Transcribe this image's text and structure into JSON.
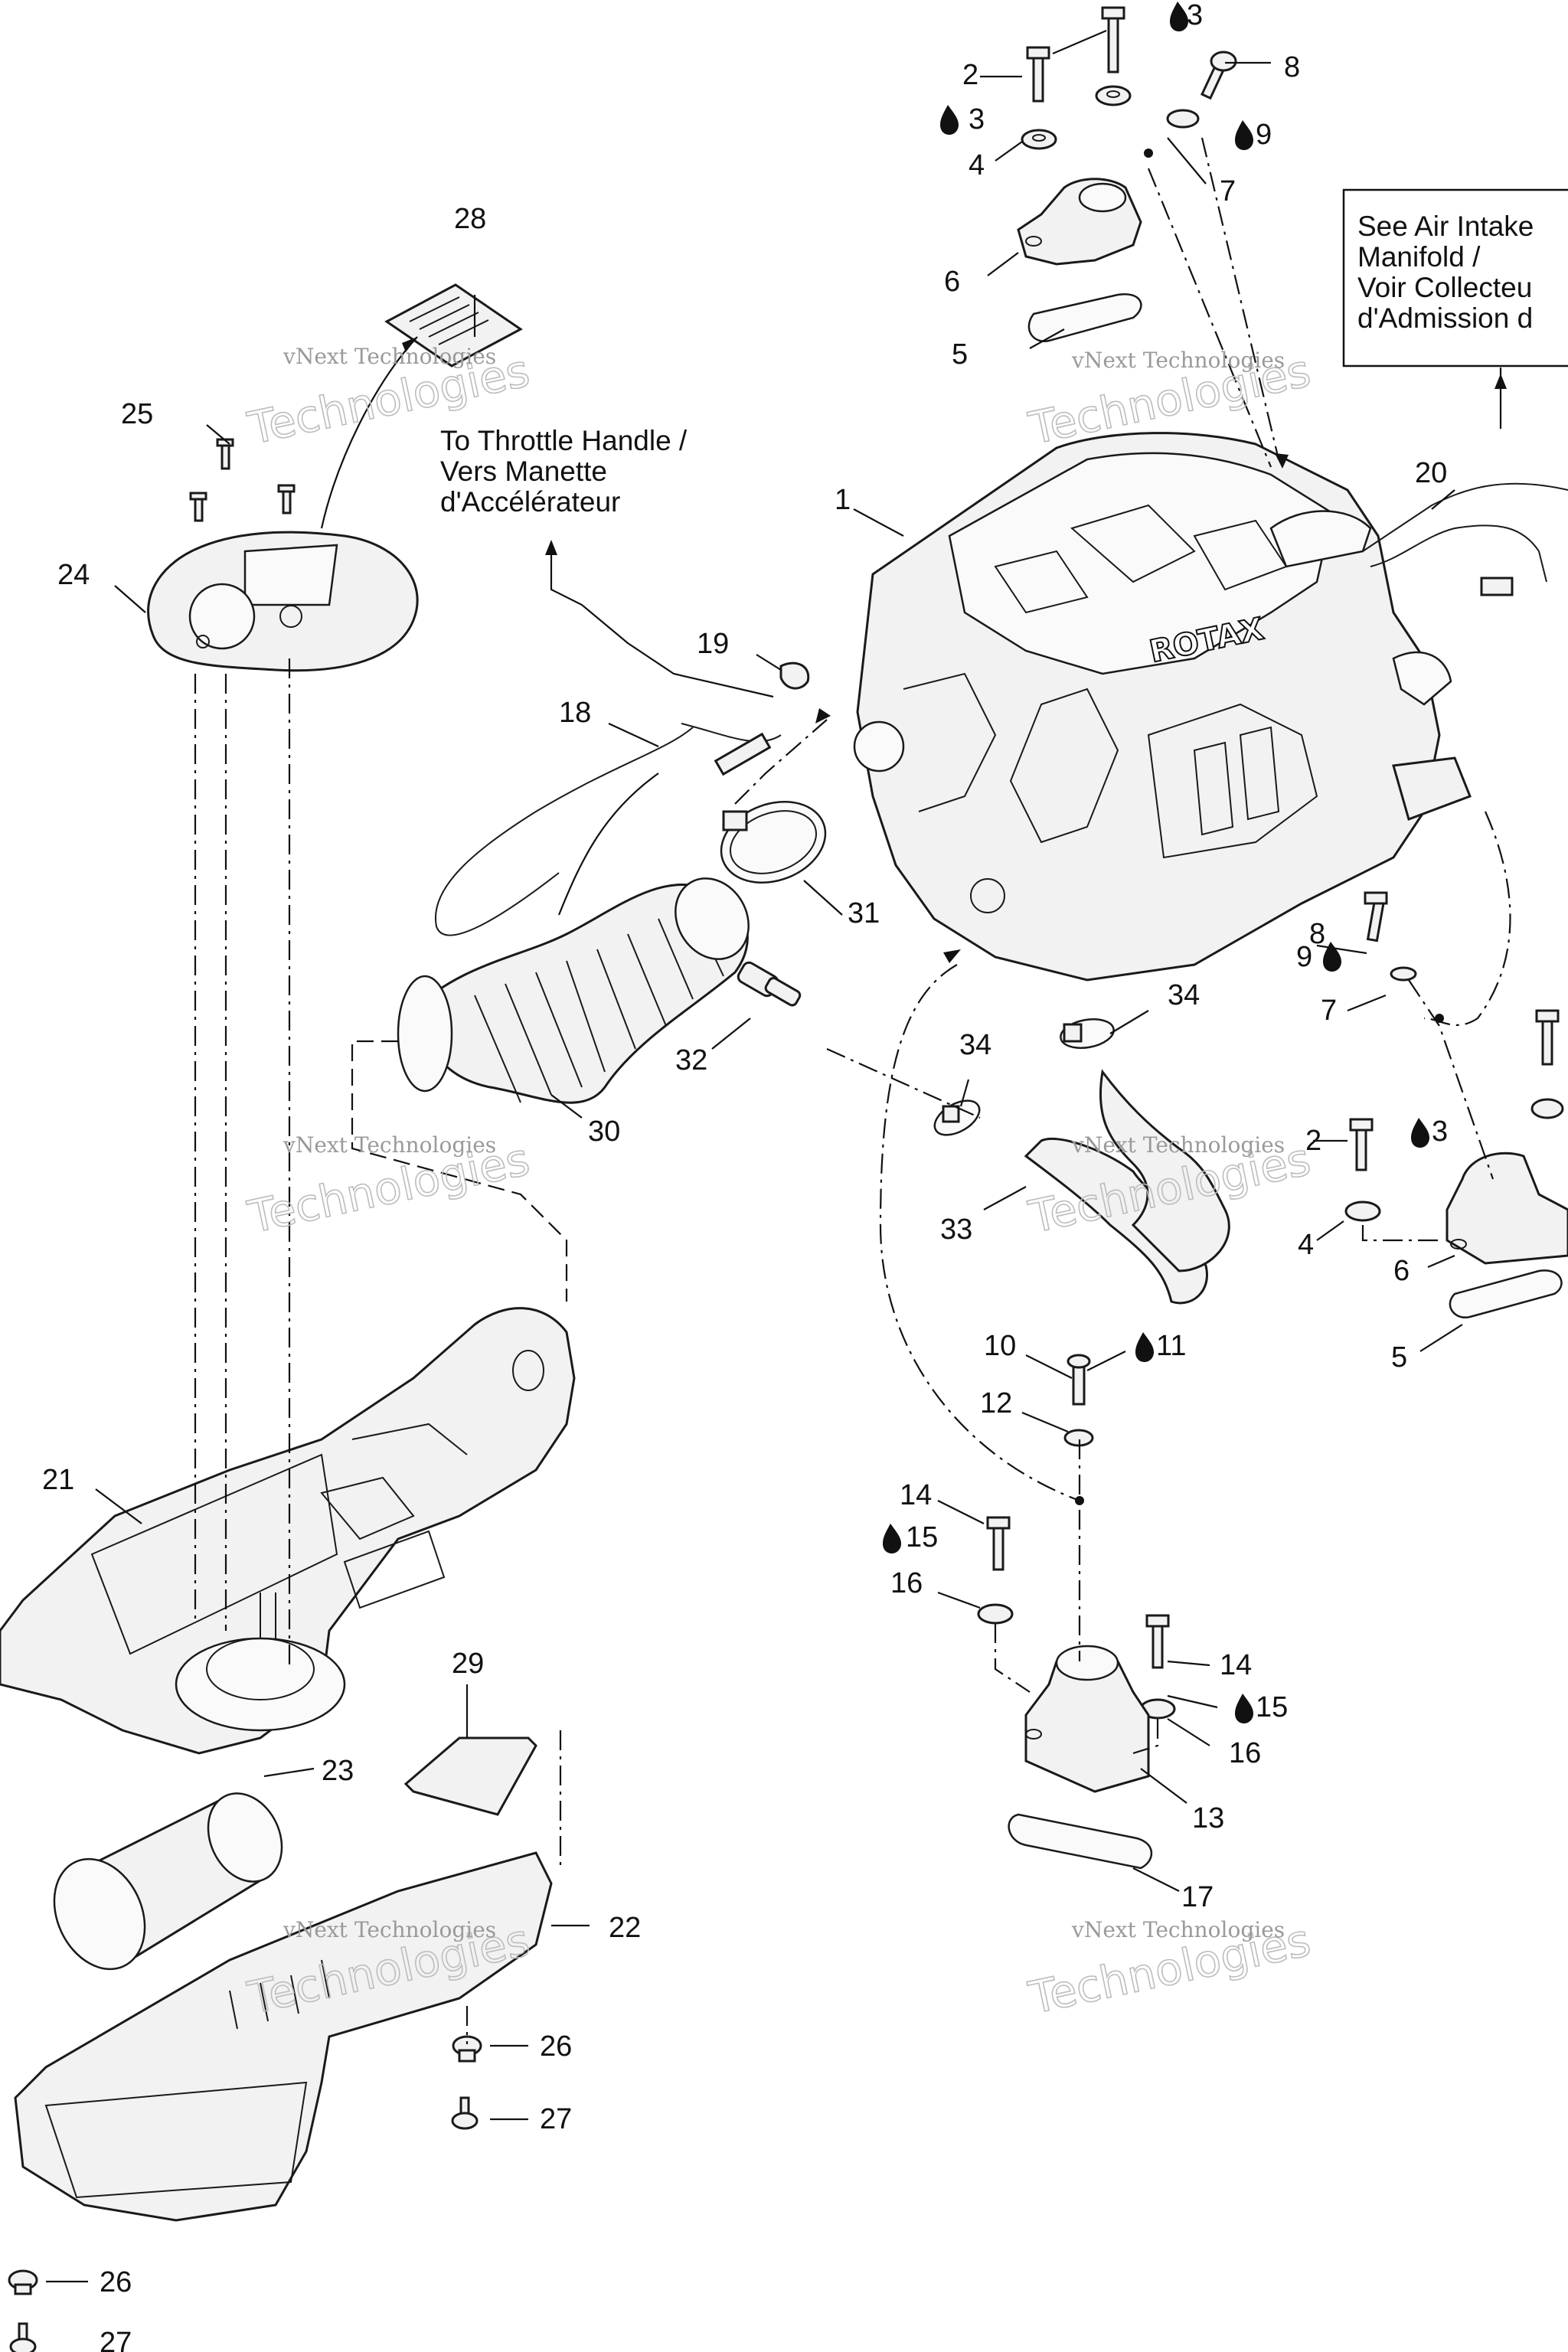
{
  "notes": {
    "throttle": [
      "To Throttle Handle /",
      "Vers Manette",
      "d'Accélérateur"
    ],
    "air_intake": [
      "See Air Intake",
      "Manifold /",
      "Voir Collecteu",
      "d'Admission d"
    ]
  },
  "watermark": {
    "brand_line1": "vNext",
    "brand_line2": "vNext Technologies",
    "brand_big": "Technologies"
  },
  "engine_logo": "ROTAX",
  "callouts": {
    "c1": "1",
    "c2a": "2",
    "c3a": "3",
    "c3b": "3",
    "c4a": "4",
    "c5a": "5",
    "c6a": "6",
    "c7a": "7",
    "c8a": "8",
    "c9a": "9",
    "c20": "20",
    "c28": "28",
    "c25": "25",
    "c24": "24",
    "c19": "19",
    "c18": "18",
    "c31": "31",
    "c32": "32",
    "c30": "30",
    "c34a": "34",
    "c34b": "34",
    "c33": "33",
    "c8b": "8",
    "c9b": "9",
    "c7b": "7",
    "c2b": "2",
    "c3c": "3",
    "c4b": "4",
    "c6b": "6",
    "c5b": "5",
    "c10": "10",
    "c11": "11",
    "c12": "12",
    "c14a": "14",
    "c15a": "15",
    "c16a": "16",
    "c14b": "14",
    "c15b": "15",
    "c16b": "16",
    "c13": "13",
    "c17": "17",
    "c21": "21",
    "c29": "29",
    "c23": "23",
    "c22": "22",
    "c26a": "26",
    "c27a": "27",
    "c26b": "26",
    "c27b": "27"
  },
  "icons": {
    "loctite": "drop-icon"
  },
  "colors": {
    "ink": "#111111",
    "watermark": "#9a9a9a"
  }
}
